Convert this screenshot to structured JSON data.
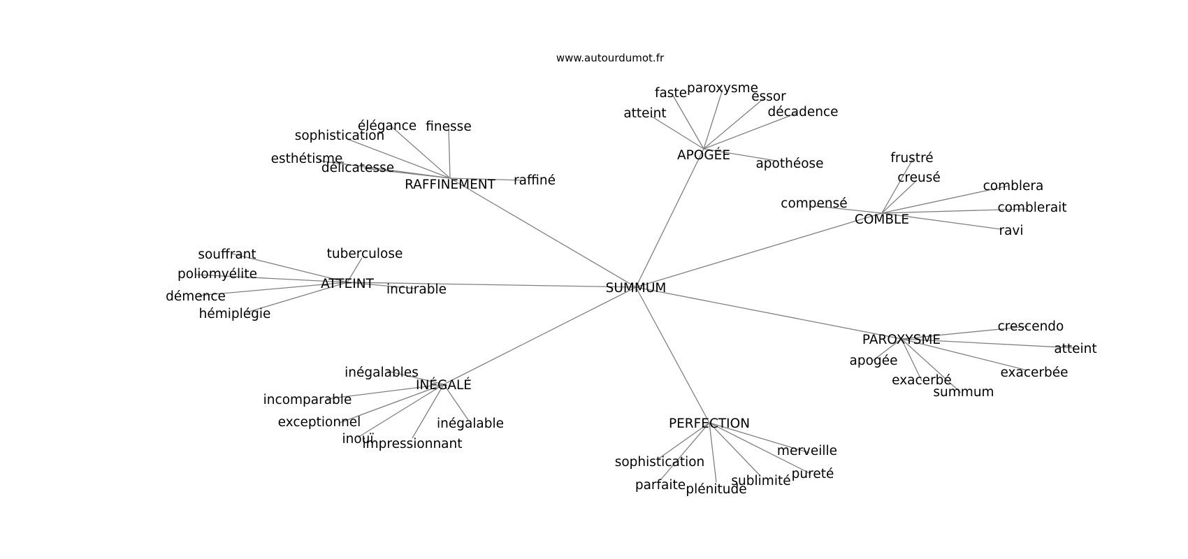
{
  "watermark": "www.autourdumot.fr",
  "colors": {
    "edge": "#808080",
    "text": "#000000",
    "background": "#ffffff"
  },
  "graph": {
    "center": "SUMMUM",
    "hubs": [
      {
        "id": "raffinement",
        "label": "RAFFINEMENT",
        "words": [
          "élégance",
          "finesse",
          "sophistication",
          "esthétisme",
          "délicatesse",
          "raffiné"
        ]
      },
      {
        "id": "apogee",
        "label": "APOGÉE",
        "words": [
          "faste",
          "paroxysme",
          "essor",
          "atteint",
          "décadence",
          "apothéose"
        ]
      },
      {
        "id": "comble",
        "label": "COMBLE",
        "words": [
          "frustré",
          "creusé",
          "comblera",
          "compensé",
          "comblerait",
          "ravi"
        ]
      },
      {
        "id": "atteint",
        "label": "ATTEINT",
        "words": [
          "souffrant",
          "tuberculose",
          "poliomyélite",
          "démence",
          "hémiplégie",
          "incurable"
        ]
      },
      {
        "id": "paroxysme",
        "label": "PAROXYSME",
        "words": [
          "crescendo",
          "atteint",
          "apogée",
          "exacerbée",
          "exacerbé",
          "summum"
        ]
      },
      {
        "id": "inegale",
        "label": "INÉGALÉ",
        "words": [
          "inégalables",
          "incomparable",
          "exceptionnel",
          "inégalable",
          "inouï",
          "impressionnant"
        ]
      },
      {
        "id": "perfection",
        "label": "PERFECTION",
        "words": [
          "merveille",
          "sophistication",
          "pureté",
          "sublimité",
          "parfaite",
          "plénitude"
        ]
      }
    ]
  }
}
